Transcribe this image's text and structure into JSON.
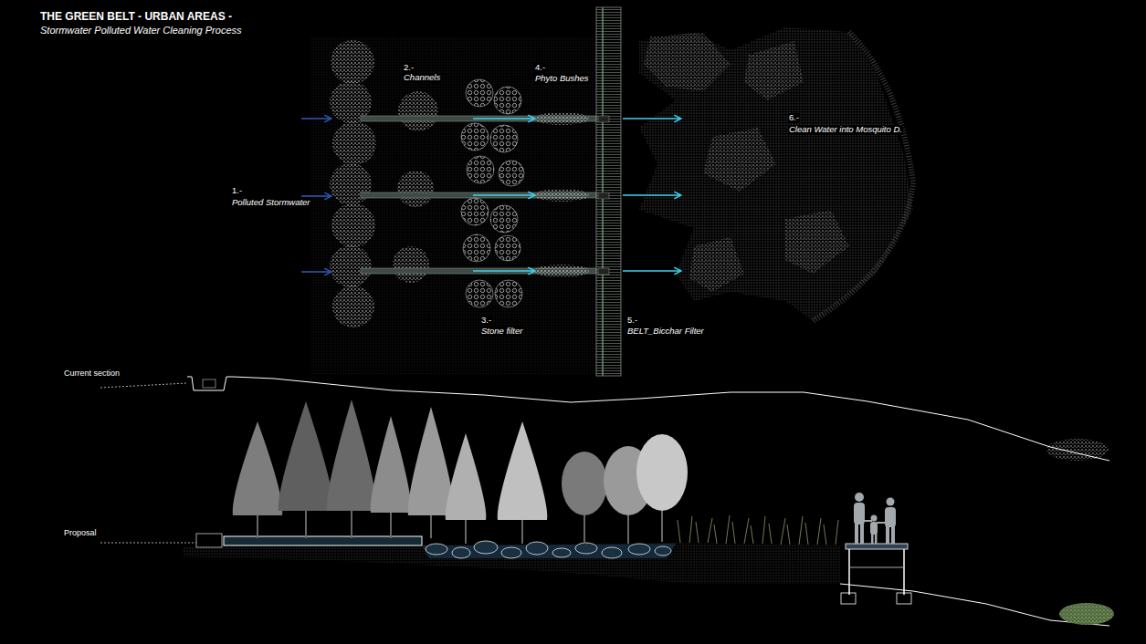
{
  "diagram": {
    "title": "THE GREEN BELT - URBAN AREAS -",
    "labels": [
      "Stormwater Polluted Water Cleaning Process",
      "2.-",
      "Channels",
      "4.-",
      "Phyto Bushes",
      "6.-",
      "Clean Water into Mosquito D.",
      "1.-",
      "Polluted Stormwater",
      "3.-",
      "Stone filter",
      "5.-",
      "BELT_Bicchar Filter",
      "Current section",
      "Proposal"
    ]
  }
}
